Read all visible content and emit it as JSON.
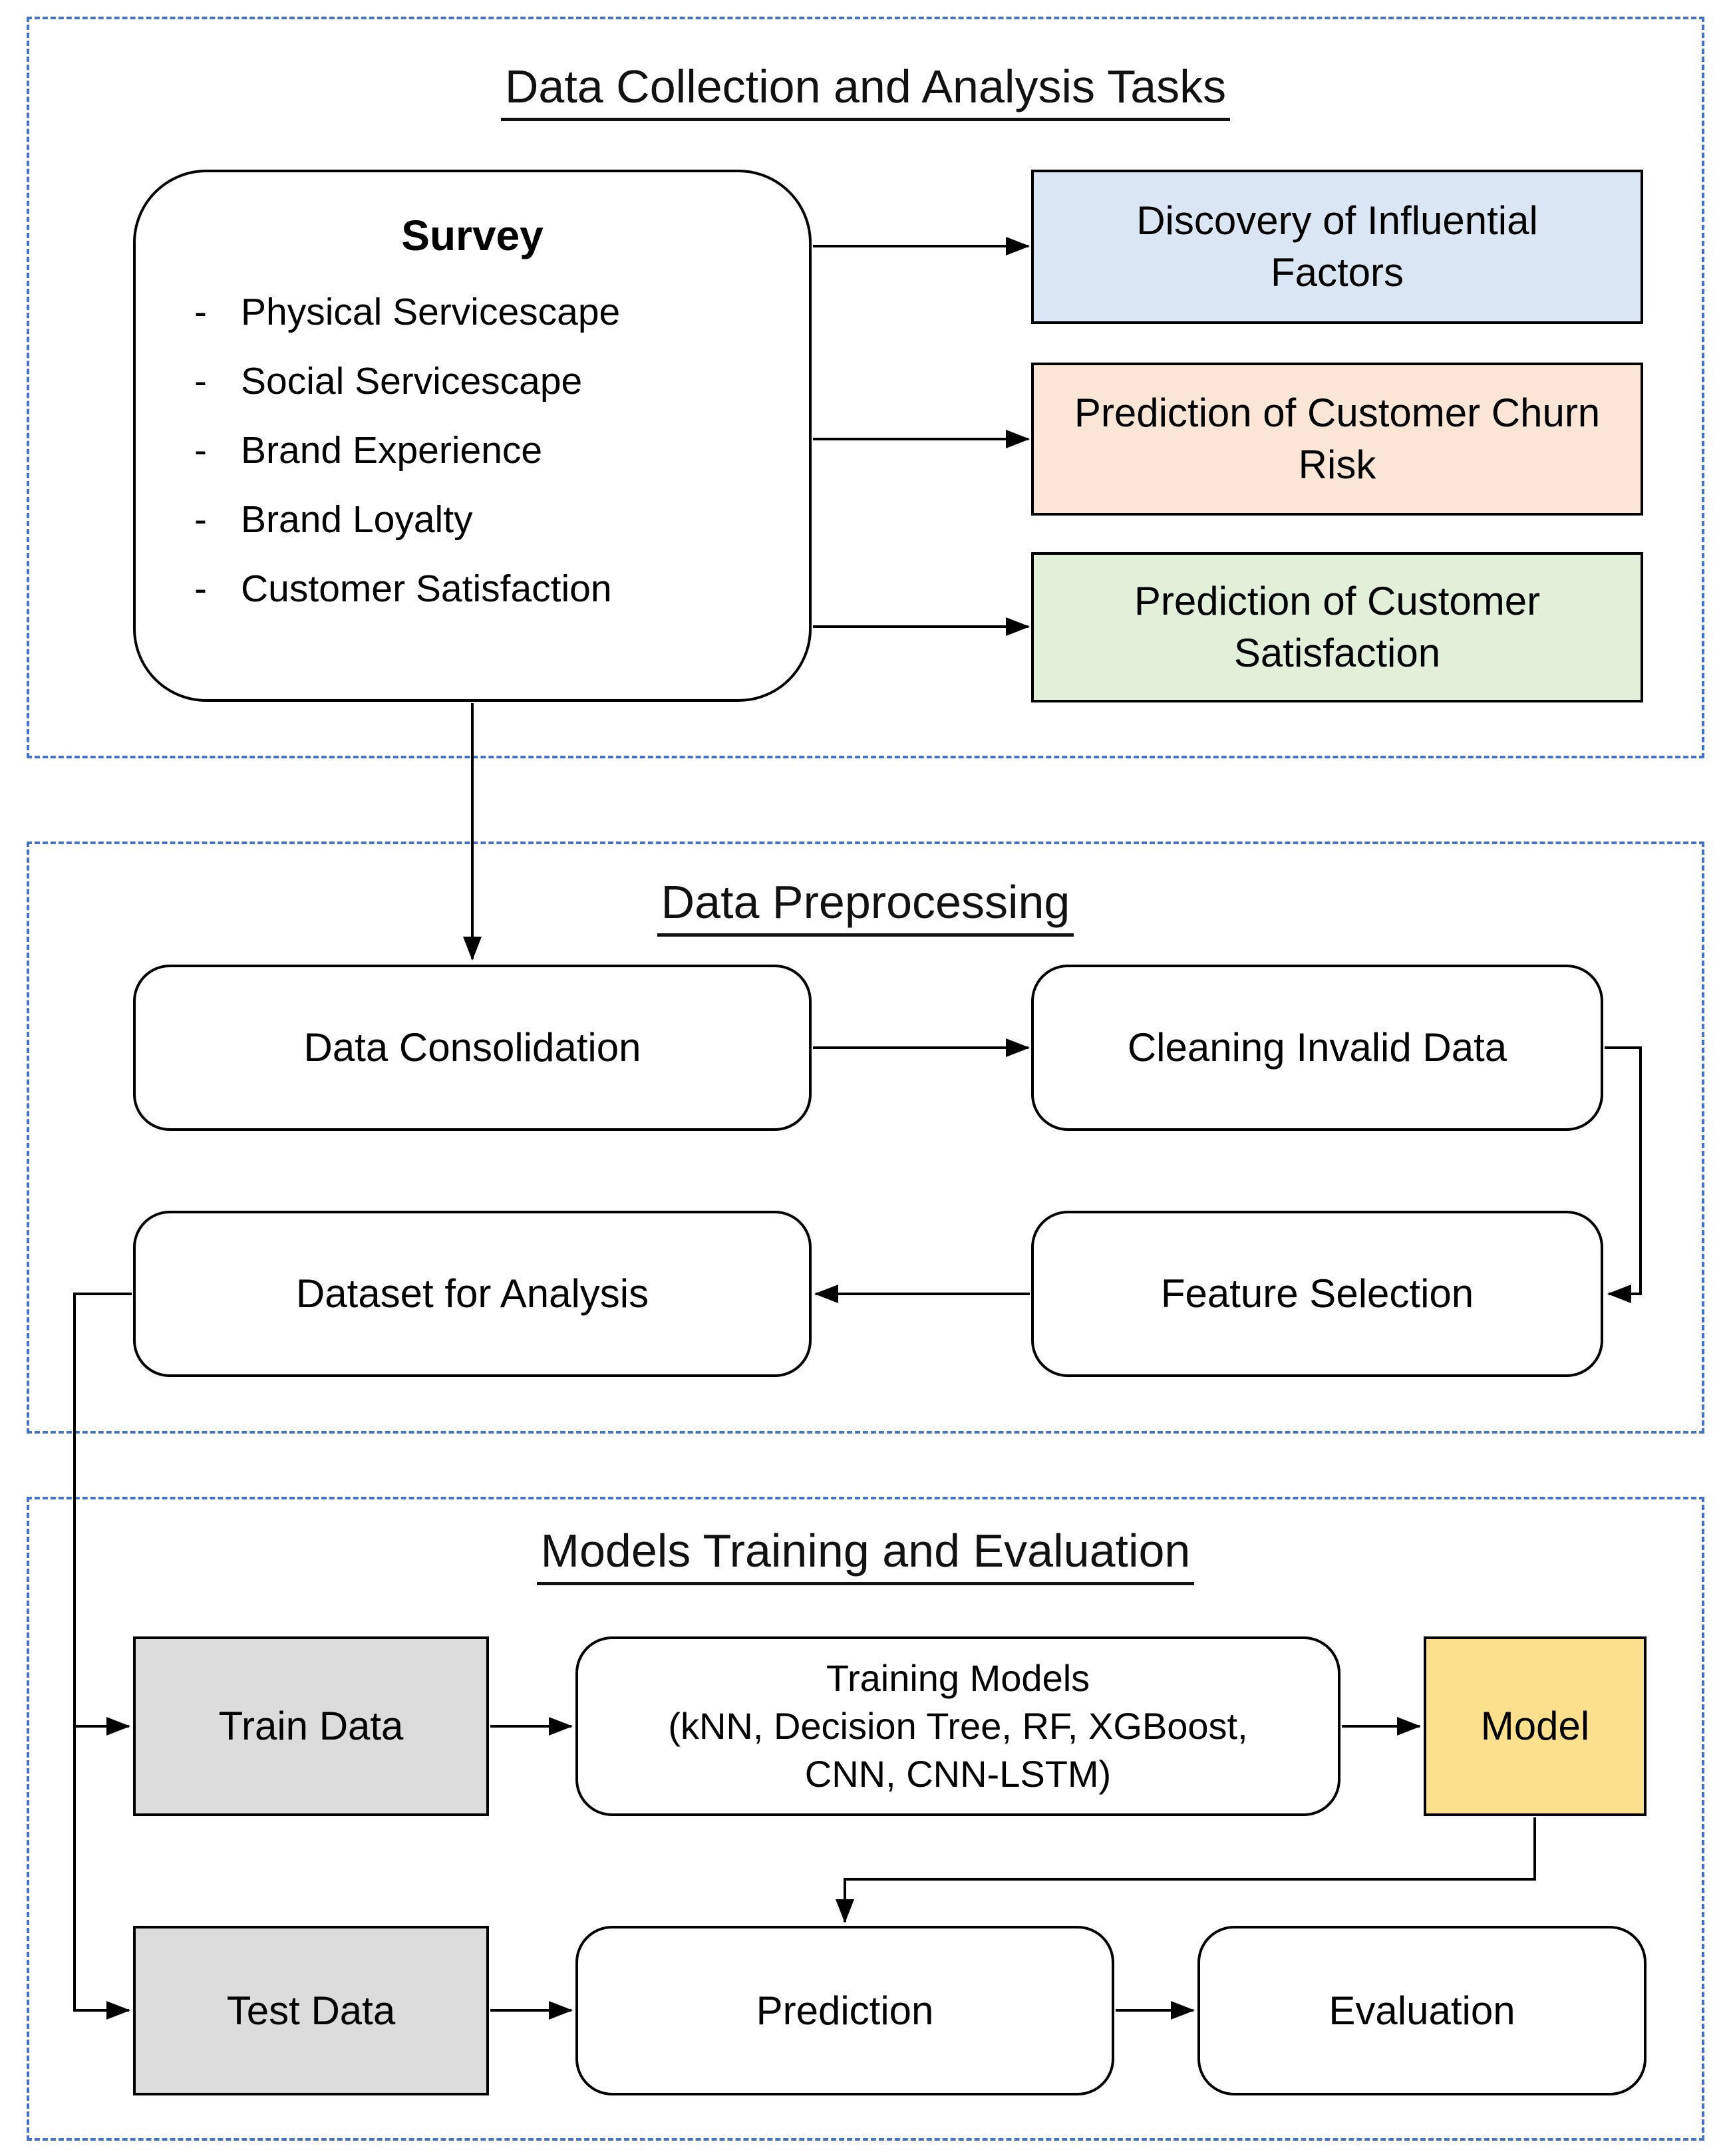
{
  "colors": {
    "section_border": "#4472c4",
    "node_border": "#000000",
    "discovery_fill": "#dbe6f4",
    "churn_fill": "#fbe5d6",
    "satisfaction_fill": "#e2f0d9",
    "train_test_fill": "#dcdcdc",
    "model_fill": "#fce08e",
    "text": "#000000"
  },
  "sections": {
    "collection": {
      "title": "Data Collection and Analysis Tasks"
    },
    "preprocessing": {
      "title": "Data Preprocessing"
    },
    "training": {
      "title": "Models Training and Evaluation"
    }
  },
  "survey": {
    "title": "Survey",
    "bullet": "-",
    "items": [
      "Physical Servicescape",
      "Social Servicescape",
      "Brand Experience",
      "Brand Loyalty",
      "Customer Satisfaction"
    ]
  },
  "tasks": {
    "discovery": "Discovery of Influential Factors",
    "churn": "Prediction of Customer Churn Risk",
    "satisfaction": "Prediction of Customer Satisfaction"
  },
  "preprocessing": {
    "consolidation": "Data Consolidation",
    "cleaning": "Cleaning Invalid Data",
    "dataset": "Dataset for Analysis",
    "feature": "Feature Selection"
  },
  "training": {
    "train_data": "Train Data",
    "models_line1": "Training Models",
    "models_line2": "(kNN, Decision Tree, RF, XGBoost,",
    "models_line3": "CNN, CNN-LSTM)",
    "model": "Model",
    "test_data": "Test Data",
    "prediction": "Prediction",
    "evaluation": "Evaluation"
  }
}
